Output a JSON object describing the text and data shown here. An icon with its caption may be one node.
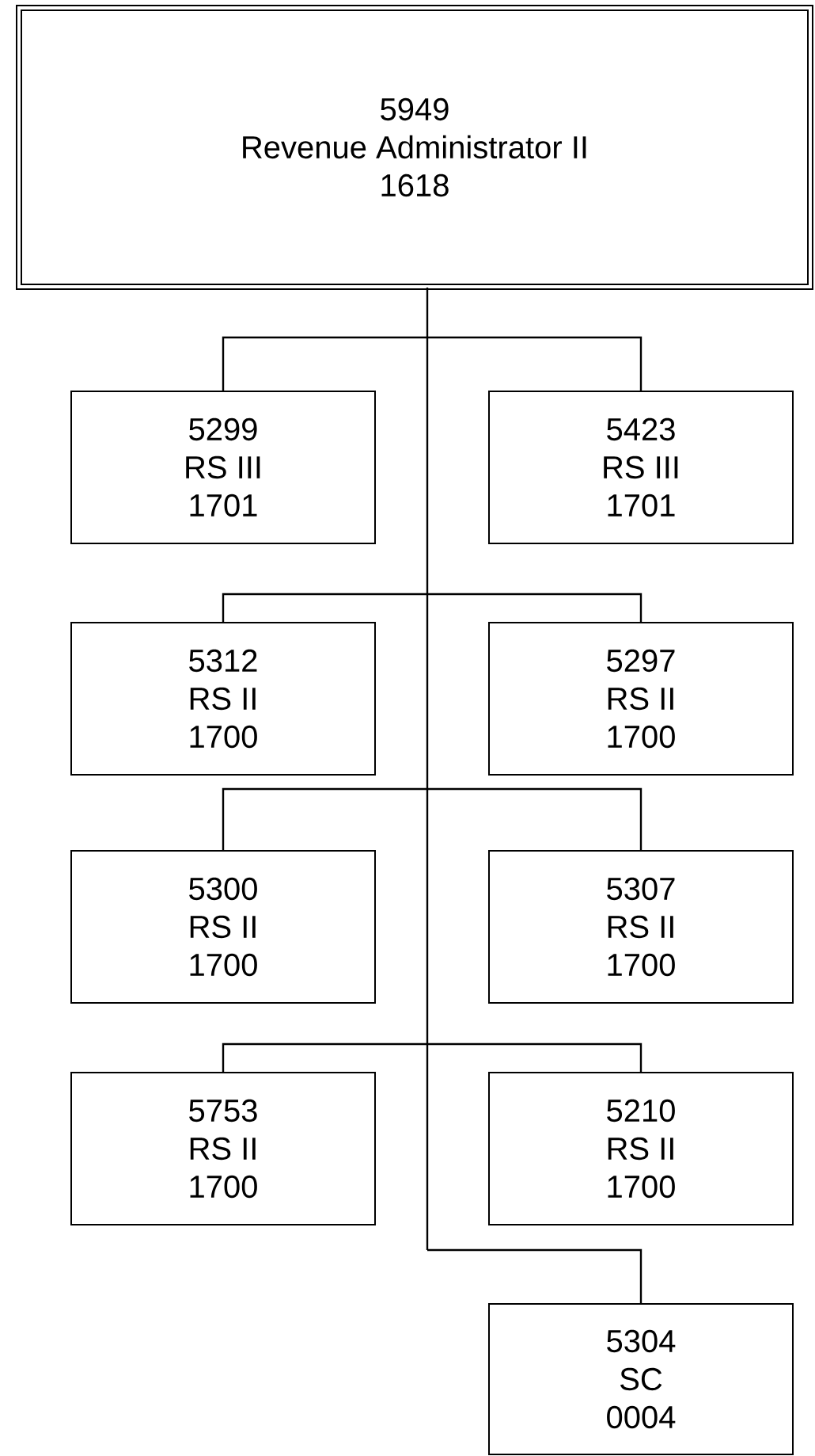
{
  "diagram": {
    "nodes": [
      {
        "text": [
          "5949",
          "Revenue Administrator II",
          "1618"
        ]
      },
      {
        "text": [
          "5299",
          "RS III",
          "1701"
        ]
      },
      {
        "text": [
          "5423",
          "RS III",
          "1701"
        ]
      },
      {
        "text": [
          "5312",
          "RS II",
          "1700"
        ]
      },
      {
        "text": [
          "5297",
          "RS II",
          "1700"
        ]
      },
      {
        "text": [
          "5300",
          "RS II",
          "1700"
        ]
      },
      {
        "text": [
          "5307",
          "RS II",
          "1700"
        ]
      },
      {
        "text": [
          "5753",
          "RS II",
          "1700"
        ]
      },
      {
        "text": [
          "5210",
          "RS II",
          "1700"
        ]
      },
      {
        "text": [
          "5304",
          "SC",
          "0004"
        ]
      }
    ],
    "edges": [
      {
        "from": 0,
        "to": 1,
        "arrow": "none"
      },
      {
        "from": 0,
        "to": 2,
        "arrow": "none"
      },
      {
        "from": 0,
        "to": 3,
        "arrow": "none"
      },
      {
        "from": 0,
        "to": 4,
        "arrow": "none"
      },
      {
        "from": 0,
        "to": 5,
        "arrow": "none"
      },
      {
        "from": 0,
        "to": 6,
        "arrow": "none"
      },
      {
        "from": 0,
        "to": 7,
        "arrow": "none"
      },
      {
        "from": 0,
        "to": 8,
        "arrow": "none"
      },
      {
        "from": 0,
        "to": 9,
        "arrow": "none"
      }
    ]
  }
}
